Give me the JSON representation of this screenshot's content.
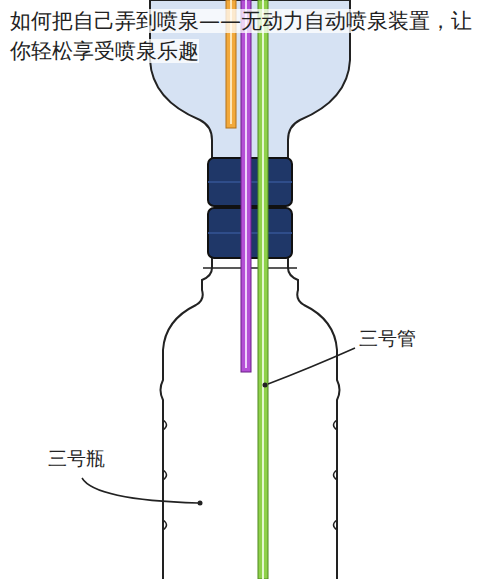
{
  "diagram": {
    "title": "如何把自己弄到喷泉——无动力自动喷泉装置，让你轻松享受喷泉乐趣",
    "labels": [
      "三号管",
      "三号瓶"
    ]
  }
}
